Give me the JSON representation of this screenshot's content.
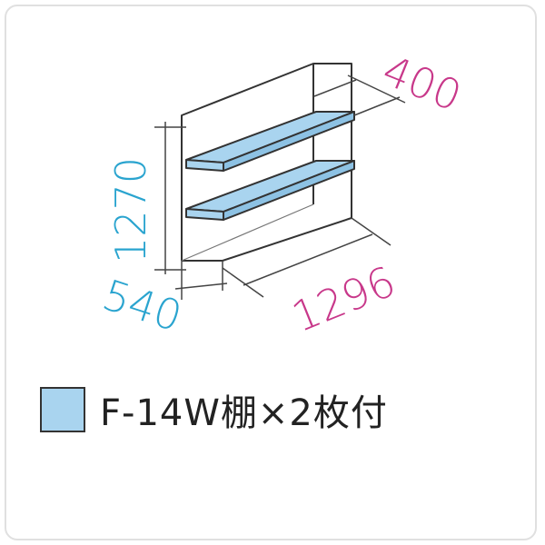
{
  "dimensions": {
    "depth_top": "400",
    "height": "1270",
    "depth_bottom": "540",
    "width": "1296"
  },
  "legend": {
    "text": "F-14W棚×2枚付"
  },
  "colors": {
    "shelf_fill": "#a9d4ef",
    "outline": "#333333",
    "dim_line": "#444444",
    "magenta": "#c8388a",
    "cyan": "#2aa4cf",
    "frame_border": "#e0e0e0"
  }
}
